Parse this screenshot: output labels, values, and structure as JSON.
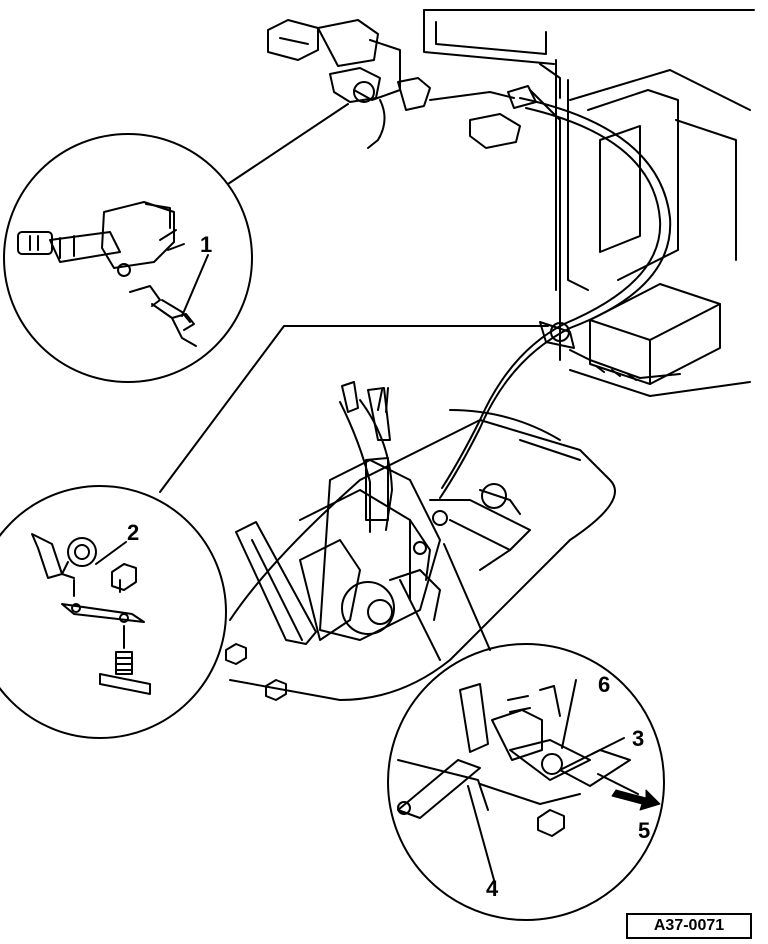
{
  "callouts": {
    "c1": "1",
    "c2": "2",
    "c3": "3",
    "c4": "4",
    "c5": "5",
    "c6": "6"
  },
  "reference": "A37-0071",
  "colors": {
    "line": "#000000",
    "background": "#ffffff"
  }
}
